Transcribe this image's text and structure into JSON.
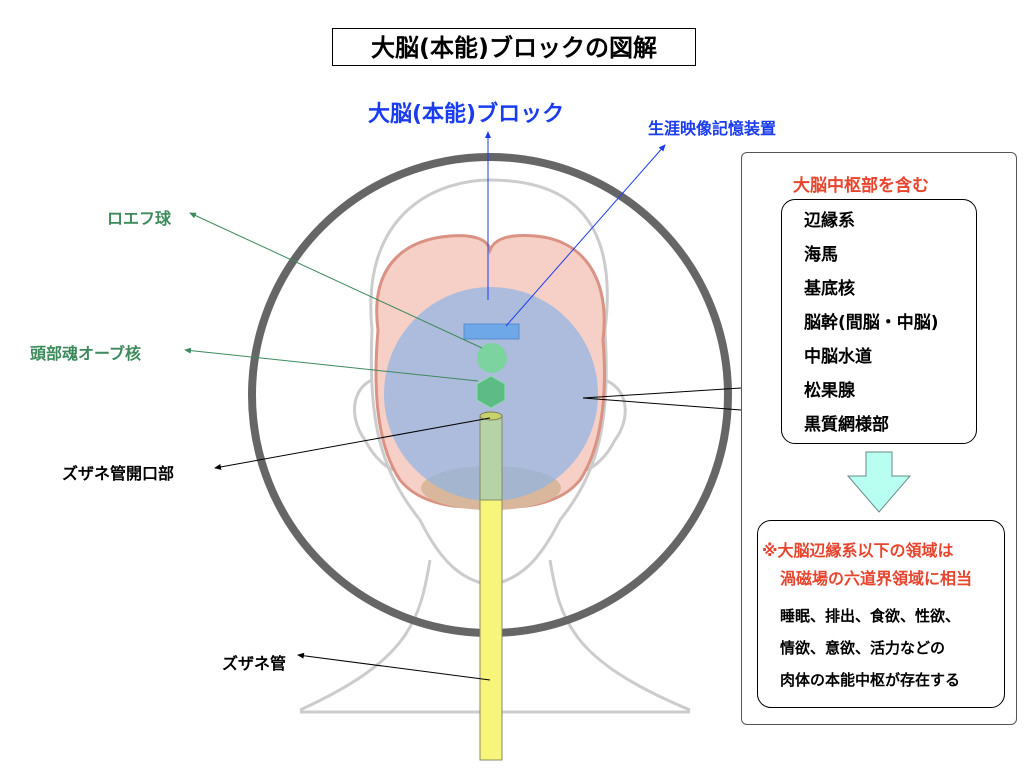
{
  "title": "大脳(本能)ブロックの図解",
  "labels": {
    "cerebrum_block": "大脳(本能)ブロック",
    "lifetime_memory": "生涯映像記憶装置",
    "roef_sphere": "ロエフ球",
    "head_orb_nucleus": "頭部魂オーブ核",
    "zuzane_opening": "ズザネ管開口部",
    "zuzane_tube": "ズザネ管"
  },
  "panel": {
    "heading": "大脳中枢部を含む",
    "items": [
      "辺縁系",
      "海馬",
      "基底核",
      "脳幹(間脳・中脳)",
      "中脳水道",
      "松果腺",
      "黒質網様部"
    ],
    "note_line1": "※大脳辺縁系以下の領域は",
    "note_line2": "渦磁場の六道界領域に相当",
    "body": [
      "睡眠、排出、食欲、性欲、",
      "情欲、意欲、活力などの",
      "肉体の本能中枢が存在する"
    ]
  },
  "colors": {
    "blue": "#1a3cf0",
    "green": "#3d8a5c",
    "red": "#e8452f",
    "tube": "#f7f57a",
    "overlay": "#8fb4e6"
  }
}
